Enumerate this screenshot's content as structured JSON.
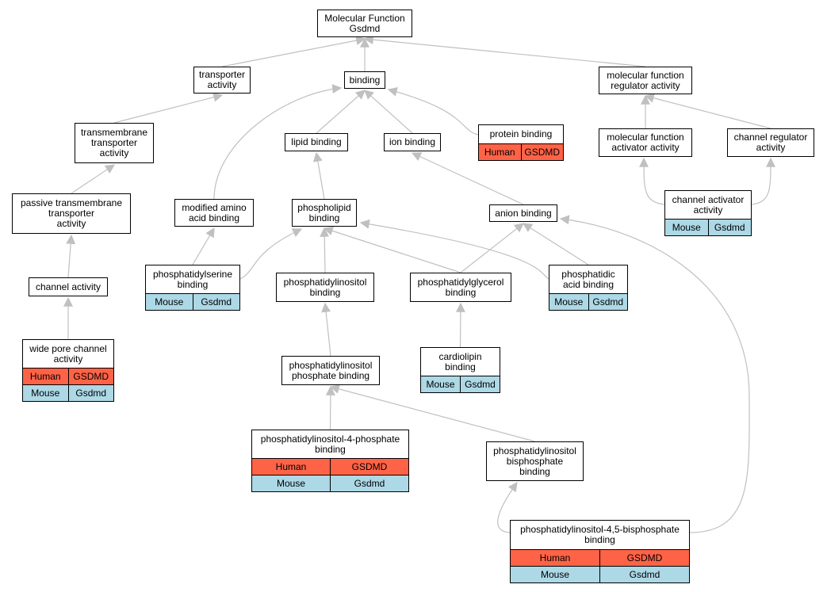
{
  "nodes": [
    {
      "id": "mf",
      "title": "Molecular Function\nGsdmd"
    },
    {
      "id": "transporter",
      "title": "transporter\nactivity"
    },
    {
      "id": "binding",
      "title": "binding"
    },
    {
      "id": "mfreg",
      "title": "molecular function\nregulator activity"
    },
    {
      "id": "tmt",
      "title": "transmembrane\ntransporter\nactivity"
    },
    {
      "id": "lipid",
      "title": "lipid binding"
    },
    {
      "id": "ion",
      "title": "ion binding"
    },
    {
      "id": "protein",
      "title": "protein binding",
      "rows": [
        {
          "species": "Human",
          "gene": "GSDMD"
        }
      ]
    },
    {
      "id": "mfact",
      "title": "molecular function\nactivator activity"
    },
    {
      "id": "chreg",
      "title": "channel regulator\nactivity"
    },
    {
      "id": "ptmt",
      "title": "passive transmembrane\ntransporter\nactivity"
    },
    {
      "id": "modaa",
      "title": "modified amino\nacid binding"
    },
    {
      "id": "phospholipid",
      "title": "phospholipid\nbinding"
    },
    {
      "id": "anion",
      "title": "anion binding"
    },
    {
      "id": "chact",
      "title": "channel activator\nactivity",
      "rows": [
        {
          "species": "Mouse",
          "gene": "Gsdmd"
        }
      ]
    },
    {
      "id": "channel",
      "title": "channel activity"
    },
    {
      "id": "ps",
      "title": "phosphatidylserine\nbinding",
      "rows": [
        {
          "species": "Mouse",
          "gene": "Gsdmd"
        }
      ]
    },
    {
      "id": "pi",
      "title": "phosphatidylinositol\nbinding"
    },
    {
      "id": "pg",
      "title": "phosphatidylglycerol\nbinding"
    },
    {
      "id": "pa",
      "title": "phosphatidic\nacid binding",
      "rows": [
        {
          "species": "Mouse",
          "gene": "Gsdmd"
        }
      ]
    },
    {
      "id": "wide",
      "title": "wide pore channel\nactivity",
      "rows": [
        {
          "species": "Human",
          "gene": "GSDMD"
        },
        {
          "species": "Mouse",
          "gene": "Gsdmd"
        }
      ]
    },
    {
      "id": "pip",
      "title": "phosphatidylinositol\nphosphate binding"
    },
    {
      "id": "cardio",
      "title": "cardiolipin\nbinding",
      "rows": [
        {
          "species": "Mouse",
          "gene": "Gsdmd"
        }
      ]
    },
    {
      "id": "pi4p",
      "title": "phosphatidylinositol-4-phosphate\nbinding",
      "rows": [
        {
          "species": "Human",
          "gene": "GSDMD"
        },
        {
          "species": "Mouse",
          "gene": "Gsdmd"
        }
      ]
    },
    {
      "id": "pibp",
      "title": "phosphatidylinositol\nbisphosphate\nbinding"
    },
    {
      "id": "pi45",
      "title": "phosphatidylinositol-4,5-bisphosphate\nbinding",
      "rows": [
        {
          "species": "Human",
          "gene": "GSDMD"
        },
        {
          "species": "Mouse",
          "gene": "Gsdmd"
        }
      ]
    }
  ],
  "edges": [
    {
      "from": "transporter",
      "to": "mf"
    },
    {
      "from": "binding",
      "to": "mf"
    },
    {
      "from": "mfreg",
      "to": "mf"
    },
    {
      "from": "tmt",
      "to": "transporter"
    },
    {
      "from": "lipid",
      "to": "binding"
    },
    {
      "from": "ion",
      "to": "binding"
    },
    {
      "from": "protein",
      "to": "binding"
    },
    {
      "from": "modaa",
      "to": "binding"
    },
    {
      "from": "mfact",
      "to": "mfreg"
    },
    {
      "from": "chreg",
      "to": "mfreg"
    },
    {
      "from": "ptmt",
      "to": "tmt"
    },
    {
      "from": "phospholipid",
      "to": "lipid"
    },
    {
      "from": "anion",
      "to": "ion"
    },
    {
      "from": "chact",
      "to": "mfact"
    },
    {
      "from": "chact",
      "to": "chreg"
    },
    {
      "from": "channel",
      "to": "ptmt"
    },
    {
      "from": "ps",
      "to": "modaa"
    },
    {
      "from": "ps",
      "to": "phospholipid"
    },
    {
      "from": "pi",
      "to": "phospholipid"
    },
    {
      "from": "pg",
      "to": "phospholipid"
    },
    {
      "from": "pa",
      "to": "phospholipid"
    },
    {
      "from": "pg",
      "to": "anion"
    },
    {
      "from": "pa",
      "to": "anion"
    },
    {
      "from": "wide",
      "to": "channel"
    },
    {
      "from": "pip",
      "to": "pi"
    },
    {
      "from": "cardio",
      "to": "pg"
    },
    {
      "from": "pi4p",
      "to": "pip"
    },
    {
      "from": "pibp",
      "to": "pip"
    },
    {
      "from": "pi45",
      "to": "pibp"
    },
    {
      "from": "pi45",
      "to": "anion"
    }
  ],
  "colors": {
    "human": "#ff6347",
    "mouse": "#add8e6",
    "edge": "#c0c0c0"
  }
}
